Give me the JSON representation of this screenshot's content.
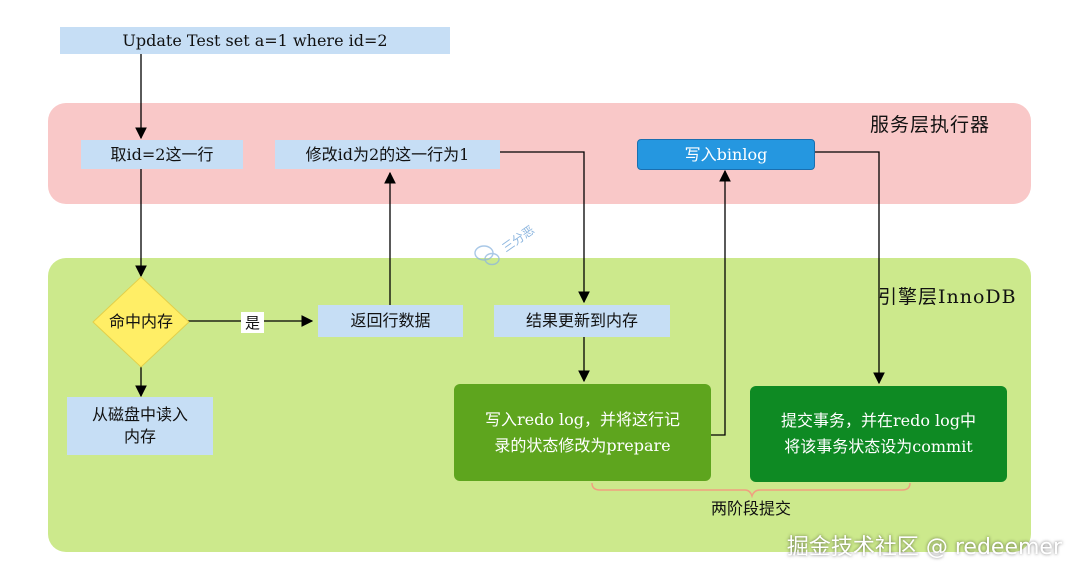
{
  "sql": "Update Test set a=1 where id=2",
  "server_layer": {
    "title": "服务层执行器",
    "fetch_row": "取id=2这一行",
    "modify_row": "修改id为2的这一行为1",
    "write_binlog": "写入binlog"
  },
  "engine_layer": {
    "title": "引擎层InnoDB",
    "hit_memory": "命中内存",
    "yes_label": "是",
    "return_data": "返回行数据",
    "read_disk_line1": "从磁盘中读入",
    "read_disk_line2": "内存",
    "update_memory": "结果更新到内存",
    "redo_prepare_line1": "写入redo log，并将这行记",
    "redo_prepare_line2": "录的状态修改为prepare",
    "commit_line1": "提交事务，并在redo log中",
    "commit_line2": "将该事务状态设为commit",
    "two_phase": "两阶段提交"
  },
  "watermark": {
    "center": "三分恶",
    "footer": "掘金技术社区 @ redeemer"
  },
  "colors": {
    "server_layer_bg": "#f9c8c8",
    "engine_layer_bg": "#cce98c",
    "light_box": "#c6def5",
    "decision_diamond": "#ffee66",
    "binlog_box": "#2597e0",
    "prepare_box": "#5ea51e",
    "commit_box": "#0e8a23",
    "brace": "#f0a080"
  }
}
